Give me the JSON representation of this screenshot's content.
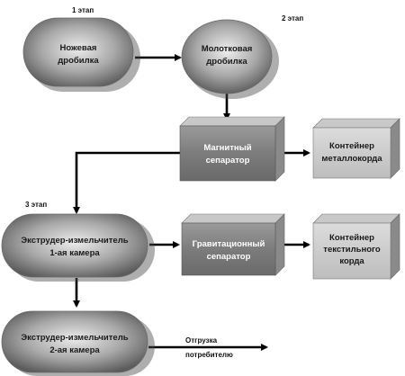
{
  "stages": {
    "stage1": "1 этап",
    "stage2": "2 этап",
    "stage3": "3 этап"
  },
  "nodes": {
    "knife_crusher": [
      "Ножевая",
      "дробилка"
    ],
    "hammer_crusher": [
      "Молотковая",
      "дробилка"
    ],
    "magnetic_separator": [
      "Магнитный",
      "сепаратор"
    ],
    "metal_cord_container": [
      "Контейнер",
      "металлокорда"
    ],
    "extruder_chamber1": [
      "Экструдер-измельчитель",
      "1-ая камера"
    ],
    "gravity_separator": [
      "Гравитационный",
      "сепаратор"
    ],
    "textile_cord_container": [
      "Контейнер",
      "текстильного",
      "корда"
    ],
    "extruder_chamber2": [
      "Экструдер-измельчитель",
      "2-ая камера"
    ]
  },
  "output_label": [
    "Отгрузка",
    "потребителю"
  ],
  "colors": {
    "node_light": "#e2e2e2",
    "node_dark": "#6e6e6e",
    "box_side": "#9a9a9a",
    "arrow": "#000000"
  }
}
